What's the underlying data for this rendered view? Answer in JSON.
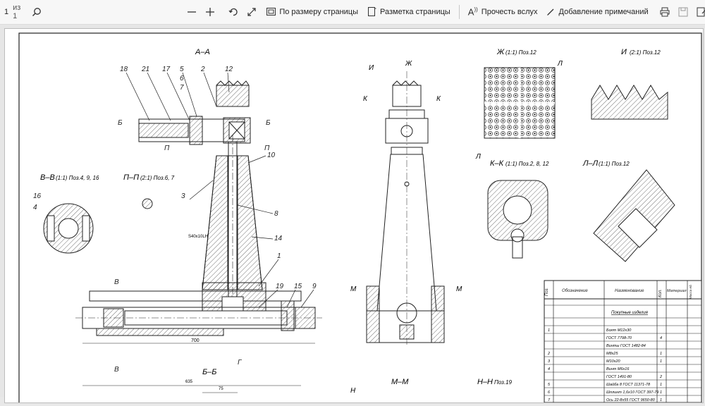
{
  "toolbar": {
    "page_number": "1",
    "page_of": "из 1",
    "fit_page": "По размеру страницы",
    "page_layout": "Разметка страницы",
    "read_aloud": "Прочесть вслух",
    "add_notes": "Добавление примечаний"
  },
  "drawing": {
    "view_aa": "А–А",
    "view_vv": "В–В",
    "view_vv_note": "(1:1) Поз.4, 9, 16",
    "view_pp": "П–П",
    "view_pp_note": "(2:1) Поз.6, 7",
    "view_bb": "Б–Б",
    "view_mm": "М–М",
    "view_nn": "Н–Н",
    "view_nn_note": "Поз.19",
    "view_zh": "Ж",
    "view_zh_note": "(1:1) Поз.12",
    "view_i": "И",
    "view_i_note": "(2:1) Поз.12",
    "view_kk": "К–К",
    "view_kk_note": "(1:1) Поз.2, 8, 12",
    "view_ll": "Л–Л",
    "view_ll_note": "(1:1) Поз.12",
    "dim_700": "700",
    "dim_635": "635",
    "dim_75": "75",
    "dim_thread": "S40x10LH",
    "leaders": [
      "18",
      "21",
      "17",
      "5",
      "6",
      "7",
      "2",
      "12",
      "10",
      "8",
      "14",
      "1",
      "19",
      "15",
      "9",
      "3",
      "16",
      "4"
    ],
    "cut_letters": {
      "b": "Б",
      "p": "П",
      "v": "В",
      "g": "Г",
      "m": "М",
      "k": "К",
      "zh": "Ж",
      "i": "И",
      "l": "Л",
      "n": "Н"
    }
  },
  "bom": {
    "headers": [
      "Поз.",
      "Обозначение",
      "Наименование",
      "Кол.",
      "Материал",
      "Масса ед."
    ],
    "section": "Покупные изделия",
    "rows": [
      {
        "pos": "",
        "name": "",
        "qty": ""
      },
      {
        "pos": "1",
        "name": "Болт М12х30",
        "qty": ""
      },
      {
        "pos": "",
        "name": "ГОСТ 7798-70",
        "qty": "4"
      },
      {
        "pos": "",
        "name": "Винты ГОСТ 1482-84",
        "qty": ""
      },
      {
        "pos": "2",
        "name": "М8х25",
        "qty": "1"
      },
      {
        "pos": "3",
        "name": "М10х20",
        "qty": "1"
      },
      {
        "pos": "4",
        "name": "Винт М6х16",
        "qty": ""
      },
      {
        "pos": "",
        "name": "ГОСТ 1491-80",
        "qty": "2"
      },
      {
        "pos": "5",
        "name": "Шайба 8 ГОСТ 11371-78",
        "qty": "1"
      },
      {
        "pos": "6",
        "name": "Шплинт 1,6х10 ГОСТ 397-79",
        "qty": "1"
      },
      {
        "pos": "7",
        "name": "Ось 22-8х55 ГОСТ 9650-80",
        "qty": "1"
      }
    ]
  }
}
